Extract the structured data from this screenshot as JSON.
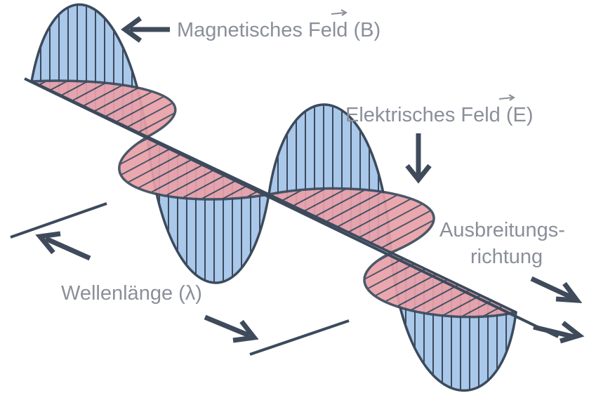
{
  "labels": {
    "magnetic_field": "Magnetisches Feld (B)",
    "electric_field": "Elektrisches Feld (E)",
    "propagation_line1": "Ausbreitungs-",
    "propagation_line2": "richtung",
    "wavelength": "Wellenlänge (λ)"
  },
  "colors": {
    "magnetic_fill": "#a9c8ea",
    "electric_fill": "#eaa0a8",
    "overlap_fill": "#b987b8",
    "outline": "#3c4a5c",
    "label_text": "#8a8f99",
    "arrow": "#3f4b5b"
  },
  "icons": [
    "arrow-left-icon",
    "arrow-down-icon",
    "arrow-right-icon",
    "vector-arrow-icon"
  ]
}
